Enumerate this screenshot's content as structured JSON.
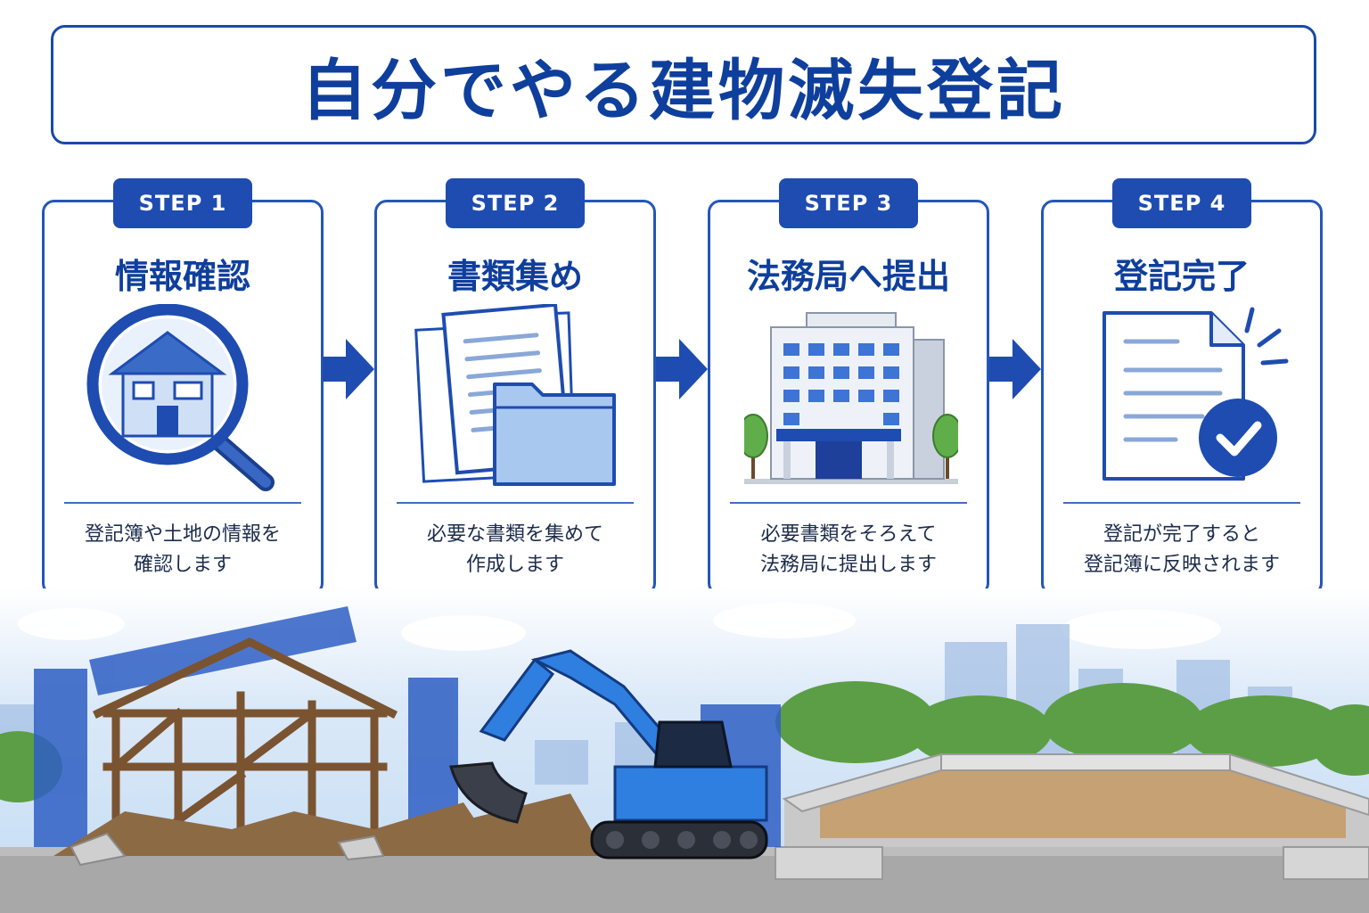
{
  "title": "自分でやる建物滅失登記",
  "steps": [
    {
      "badge": "STEP 1",
      "title": "情報確認",
      "desc": [
        "登記簿や土地の情報を",
        "確認します"
      ],
      "icon": "magnifier-house-icon"
    },
    {
      "badge": "STEP 2",
      "title": "書類集め",
      "desc": [
        "必要な書類を集めて",
        "作成します"
      ],
      "icon": "documents-folder-icon"
    },
    {
      "badge": "STEP 3",
      "title": "法務局へ提出",
      "desc": [
        "必要書類をそろえて",
        "法務局に提出します"
      ],
      "icon": "office-building-icon"
    },
    {
      "badge": "STEP 4",
      "title": "登記完了",
      "desc": [
        "登記が完了すると",
        "登記簿に反映されます"
      ],
      "icon": "document-check-icon"
    }
  ],
  "colors": {
    "primary": "#1e4cb0",
    "title": "#0f3f9c",
    "light_blue": "#a9c8f0"
  }
}
